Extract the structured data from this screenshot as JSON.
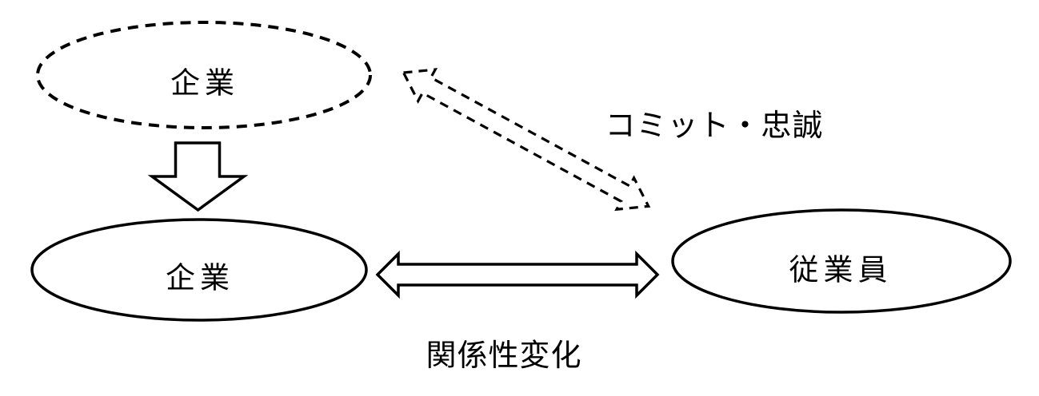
{
  "diagram": {
    "title_hint": "relationship-change-diagram",
    "colors": {
      "background": "#ffffff",
      "stroke": "#000000",
      "text": "#000000"
    },
    "nodes": {
      "company_past": {
        "label": "企業",
        "shape": "ellipse",
        "border": "dashed"
      },
      "company_present": {
        "label": "企業",
        "shape": "ellipse",
        "border": "solid"
      },
      "employee": {
        "label": "従業員",
        "shape": "ellipse",
        "border": "solid"
      }
    },
    "connectors": {
      "down_arrow": {
        "type": "block-arrow-down",
        "style": "solid",
        "from": "company_past",
        "to": "company_present"
      },
      "horizontal_arrow": {
        "type": "block-arrow-double",
        "style": "solid",
        "between": [
          "company_present",
          "employee"
        ]
      },
      "diagonal_arrow": {
        "type": "block-arrow-double",
        "style": "dashed",
        "between": [
          "company_past",
          "employee"
        ]
      }
    },
    "captions": {
      "commitment": "コミット・忠誠",
      "relationship_change": "関係性変化"
    }
  }
}
